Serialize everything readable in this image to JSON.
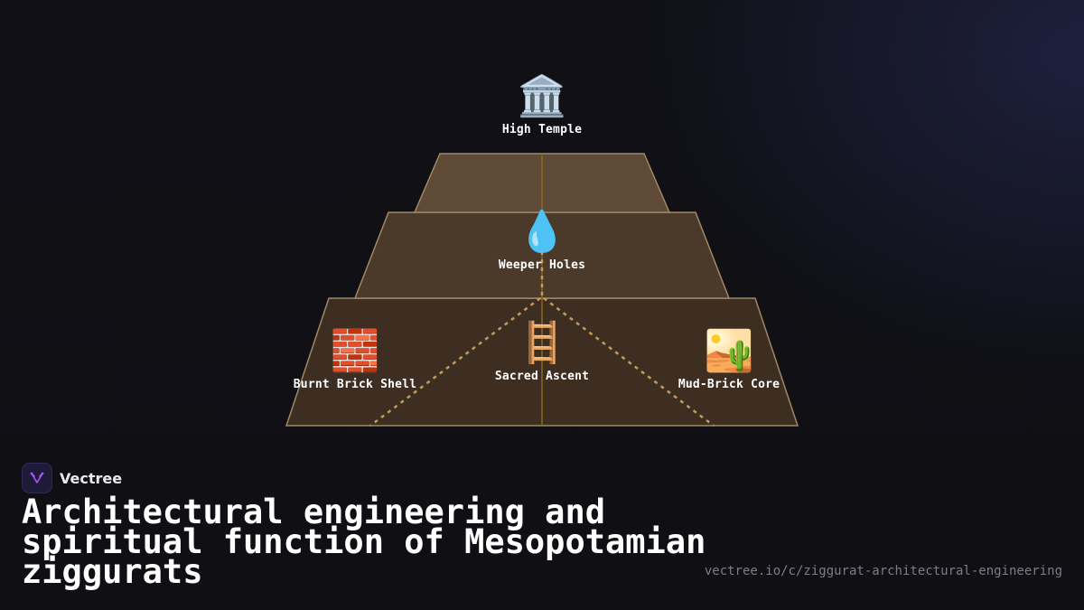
{
  "diagram": {
    "nodes": {
      "high_temple": {
        "emoji": "🏛️",
        "label": "High Temple"
      },
      "weeper_holes": {
        "emoji": "💧",
        "label": "Weeper Holes"
      },
      "burnt_brick_shell": {
        "emoji": "🧱",
        "label": "Burnt Brick Shell"
      },
      "sacred_ascent": {
        "emoji": "🪜",
        "label": "Sacred Ascent"
      },
      "mud_brick_core": {
        "emoji": "🏜️",
        "label": "Mud-Brick Core"
      }
    },
    "colors": {
      "tier_top": "#5e4a36",
      "tier_mid": "#4b3a2a",
      "tier_base": "#3e2e21",
      "tier_stroke": "#a08866",
      "axis_line": "#8a6a1e",
      "dashed_path": "#c29a62"
    }
  },
  "brand": {
    "name": "Vectree",
    "logo_icon": "vectree-tree-icon",
    "logo_color": "#a855f7"
  },
  "title": "Architectural engineering and spiritual function of Mesopotamian ziggurats",
  "url": "vectree.io/c/ziggurat-architectural-engineering"
}
